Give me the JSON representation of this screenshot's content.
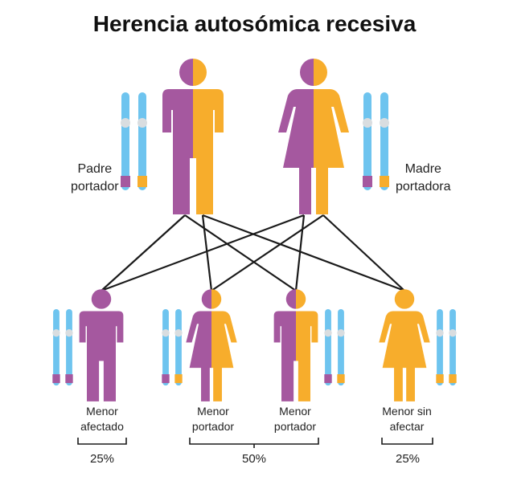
{
  "title": "Herencia autosómica recesiva",
  "parents": {
    "father": {
      "label_line1": "Padre",
      "label_line2": "portador",
      "icon": "male-figure-half-purple-half-orange"
    },
    "mother": {
      "label_line1": "Madre",
      "label_line2": "portadora",
      "icon": "female-figure-half-purple-half-orange"
    }
  },
  "children": [
    {
      "label_line1": "Menor",
      "label_line2": "afectado",
      "icon": "male-figure-purple"
    },
    {
      "label_line1": "Menor",
      "label_line2": "portador",
      "icon": "female-figure-half-purple-half-orange"
    },
    {
      "label_line1": "Menor",
      "label_line2": "portador",
      "icon": "male-figure-half-purple-half-orange"
    },
    {
      "label_line1": "Menor sin",
      "label_line2": "afectar",
      "icon": "female-figure-orange"
    }
  ],
  "percentages": [
    "25%",
    "50%",
    "25%"
  ],
  "colors": {
    "affected": "#a5589f",
    "unaffected": "#f7ad2c",
    "chromosome": "#6ec4ef",
    "centromere": "#d9dde0",
    "lines": "#1a1a1a"
  }
}
